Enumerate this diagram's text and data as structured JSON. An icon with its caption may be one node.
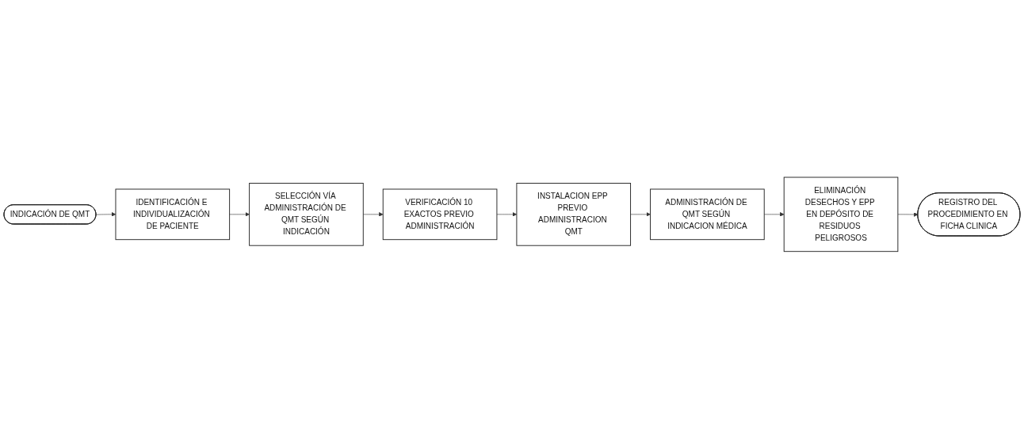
{
  "diagram": {
    "nodes": [
      {
        "text": [
          "INDICACIÓN DE QMT"
        ]
      },
      {
        "text": [
          "IDENTIFICACIÓN E INDIVIDUALIZACIÓN DE PACIENTE"
        ]
      },
      {
        "text": [
          "SELECCIÓN VÍA ADMINISTRACIÓN DE QMT SEGÚN INDICACIÓN"
        ]
      },
      {
        "text": [
          "VERIFICACIÓN 10 EXACTOS PREVIO ADMINISTRACIÓN"
        ]
      },
      {
        "text": [
          "INSTALACION EPP PREVIO ADMINISTRACION QMT"
        ]
      },
      {
        "text": [
          "ADMINISTRACIÓN DE QMT SEGÚN INDICACION MÉDICA"
        ]
      },
      {
        "text": [
          "ELIMINACIÓN DESECHOS Y EPP EN DEPÓSITO DE RESIDUOS PELIGROSOS"
        ]
      },
      {
        "text": [
          "REGISTRO DEL PROCEDIMIENTO EN FICHA CLINICA"
        ]
      }
    ],
    "edges": [
      {
        "from": 0,
        "to": 1,
        "arrow": "to"
      },
      {
        "from": 1,
        "to": 2,
        "arrow": "to"
      },
      {
        "from": 2,
        "to": 3,
        "arrow": "to"
      },
      {
        "from": 3,
        "to": 4,
        "arrow": "to"
      },
      {
        "from": 4,
        "to": 5,
        "arrow": "to"
      },
      {
        "from": 5,
        "to": 6,
        "arrow": "to"
      },
      {
        "from": 6,
        "to": 7,
        "arrow": "to"
      }
    ]
  }
}
